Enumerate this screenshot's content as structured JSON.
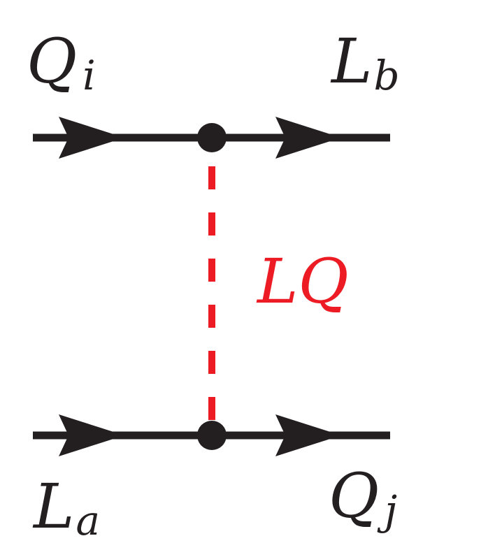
{
  "diagram": {
    "type": "feynman-diagram",
    "colors": {
      "fermion": "#231f20",
      "mediator": "#ed1c24",
      "background": "#ffffff"
    },
    "top_line": {
      "incoming": {
        "label": "Q",
        "subscript": "i"
      },
      "outgoing": {
        "label": "L",
        "subscript": "b"
      }
    },
    "bottom_line": {
      "incoming": {
        "label": "L",
        "subscript": "a"
      },
      "outgoing": {
        "label": "Q",
        "subscript": "j"
      }
    },
    "mediator": {
      "label": "LQ",
      "style": "dashed"
    }
  }
}
